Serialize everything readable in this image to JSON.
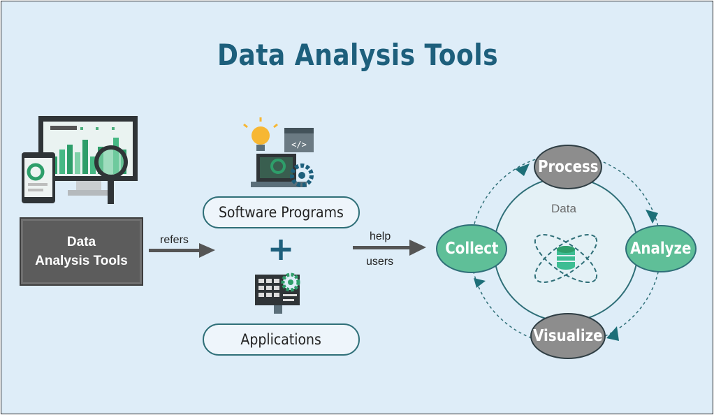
{
  "title": "Data Analysis Tools",
  "left_box": {
    "line1": "Data",
    "line2": "Analysis Tools"
  },
  "arrow_refers": "refers",
  "pill_software": "Software Programs",
  "plus_sign": "+",
  "pill_applications": "Applications",
  "arrow_help_top": "help",
  "arrow_help_bottom": "users",
  "cycle": {
    "center": "Data",
    "process": "Process",
    "analyze": "Analyze",
    "visualize": "Visualize",
    "collect": "Collect"
  },
  "colors": {
    "title": "#1d5f7c",
    "teal": "#2f6f78",
    "green_node": "#5fbf98",
    "gray_node": "#8d8d8d",
    "background": "#deedf8"
  },
  "icons": [
    "monitor-chart-icon",
    "tablet-icon",
    "magnifier-icon",
    "lightbulb-icon",
    "code-window-icon",
    "gear-icon",
    "keyboard-settings-icon",
    "database-icon"
  ]
}
